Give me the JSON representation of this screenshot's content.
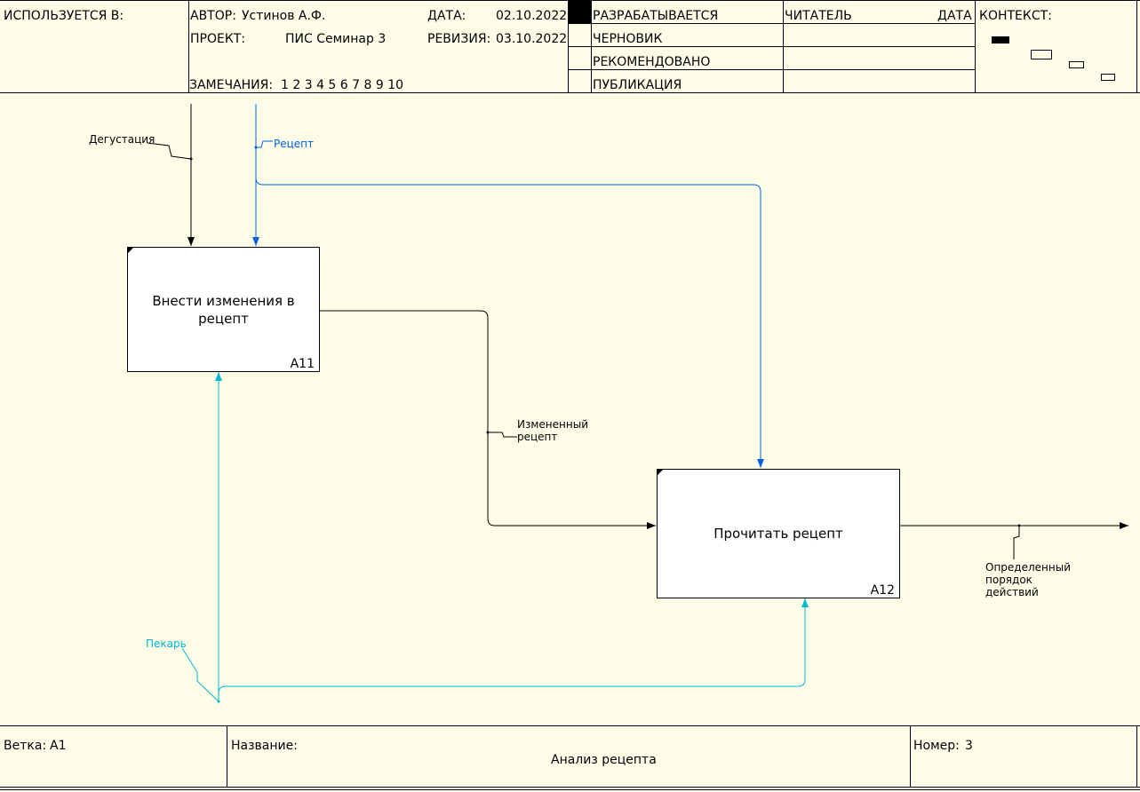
{
  "header": {
    "used_in": "ИСПОЛЬЗУЕТСЯ В:",
    "author_label": "АВТОР:",
    "author": "Устинов А.Ф.",
    "project_label": "ПРОЕКТ:",
    "project": "ПИС Семинар 3",
    "remarks_label": "ЗАМЕЧАНИЯ:",
    "remarks": "1 2 3 4 5 6 7 8 9 10",
    "date_label": "ДАТА:",
    "date": "02.10.2022",
    "revision_label": "РЕВИЗИЯ:",
    "revision": "03.10.2022",
    "statuses": [
      "РАЗРАБАТЫВАЕТСЯ",
      "ЧЕРНОВИК",
      "РЕКОМЕНДОВАНО",
      "ПУБЛИКАЦИЯ"
    ],
    "reader_label": "ЧИТАТЕЛЬ",
    "reader_date_label": "ДАТА",
    "context_label": "КОНТЕКСТ:"
  },
  "diagram": {
    "boxes": [
      {
        "title": "Внести изменения в рецепт",
        "number": "A11"
      },
      {
        "title": "Прочитать рецепт",
        "number": "A12"
      }
    ],
    "arrows": {
      "tasting": "Дегустация",
      "recipe": "Рецепт",
      "changed_recipe": "Измененный рецепт",
      "baker": "Пекарь",
      "output": "Определенный порядок действий"
    },
    "colors": {
      "control_black": "#000000",
      "recipe_blue": "#0060e8",
      "mechanism_cyan": "#00b8d0"
    }
  },
  "footer": {
    "branch_label": "Ветка:",
    "branch": "A1",
    "name_label": "Название:",
    "name": "Анализ рецепта",
    "number_label": "Номер:",
    "number": "3"
  }
}
